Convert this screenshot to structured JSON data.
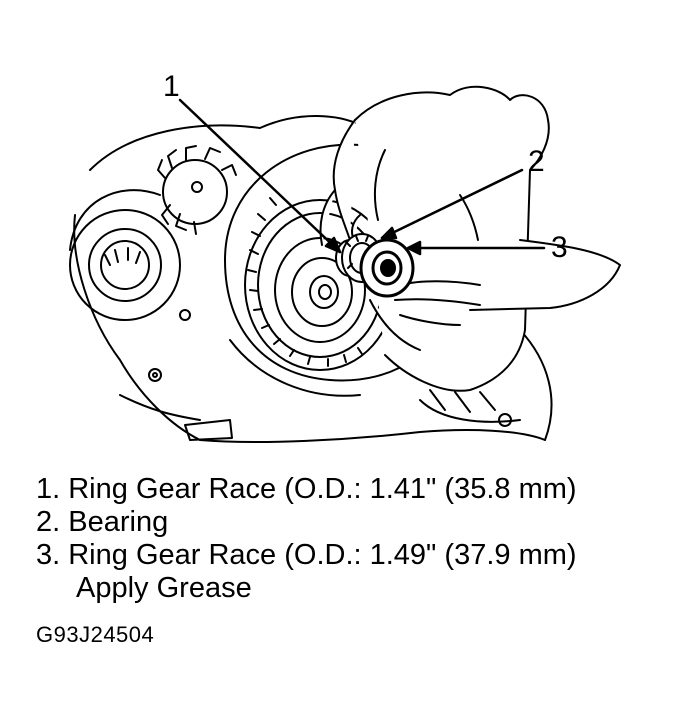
{
  "callouts": [
    "1",
    "2",
    "3"
  ],
  "legend": {
    "items": [
      "1. Ring Gear Race (O.D.: 1.41\" (35.8 mm)",
      "2. Bearing",
      "3. Ring Gear Race (O.D.: 1.49\" (37.9 mm)"
    ],
    "note": "Apply Grease"
  },
  "figure_code": "G93J24504"
}
